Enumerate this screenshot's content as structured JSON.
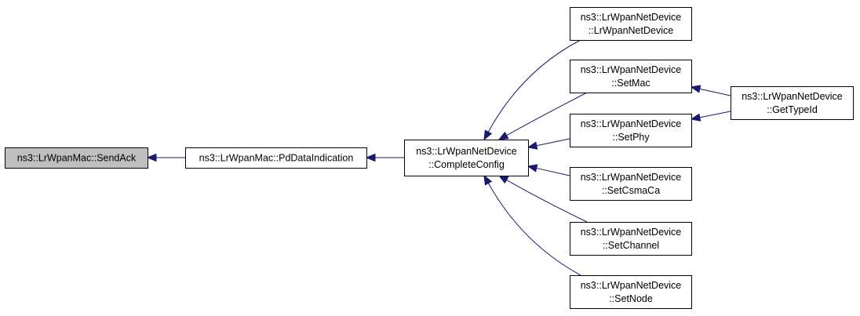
{
  "diagram": {
    "kind": "caller-graph",
    "colors": {
      "edge": "#191970",
      "node_border": "#000000",
      "node_fill": "#ffffff",
      "highlight_fill": "#bfbfbf"
    },
    "nodes": [
      {
        "id": "send-ack",
        "lines": [
          "ns3::LrWpanMac::SendAck"
        ],
        "highlighted": true
      },
      {
        "id": "pd-data-indication",
        "lines": [
          "ns3::LrWpanMac::PdDataIndication"
        ]
      },
      {
        "id": "complete-config",
        "lines": [
          "ns3::LrWpanNetDevice",
          "::CompleteConfig"
        ]
      },
      {
        "id": "lrwpan-net-device",
        "lines": [
          "ns3::LrWpanNetDevice",
          "::LrWpanNetDevice"
        ]
      },
      {
        "id": "set-mac",
        "lines": [
          "ns3::LrWpanNetDevice",
          "::SetMac"
        ]
      },
      {
        "id": "set-phy",
        "lines": [
          "ns3::LrWpanNetDevice",
          "::SetPhy"
        ]
      },
      {
        "id": "set-csma-ca",
        "lines": [
          "ns3::LrWpanNetDevice",
          "::SetCsmaCa"
        ]
      },
      {
        "id": "set-channel",
        "lines": [
          "ns3::LrWpanNetDevice",
          "::SetChannel"
        ]
      },
      {
        "id": "set-node",
        "lines": [
          "ns3::LrWpanNetDevice",
          "::SetNode"
        ]
      },
      {
        "id": "get-type-id",
        "lines": [
          "ns3::LrWpanNetDevice",
          "::GetTypeId"
        ]
      }
    ],
    "edges": [
      {
        "from": "pd-data-indication",
        "to": "send-ack"
      },
      {
        "from": "complete-config",
        "to": "pd-data-indication"
      },
      {
        "from": "lrwpan-net-device",
        "to": "complete-config"
      },
      {
        "from": "set-mac",
        "to": "complete-config"
      },
      {
        "from": "set-phy",
        "to": "complete-config"
      },
      {
        "from": "set-csma-ca",
        "to": "complete-config"
      },
      {
        "from": "set-channel",
        "to": "complete-config"
      },
      {
        "from": "set-node",
        "to": "complete-config"
      },
      {
        "from": "get-type-id",
        "to": "set-mac"
      },
      {
        "from": "get-type-id",
        "to": "set-phy"
      }
    ]
  }
}
